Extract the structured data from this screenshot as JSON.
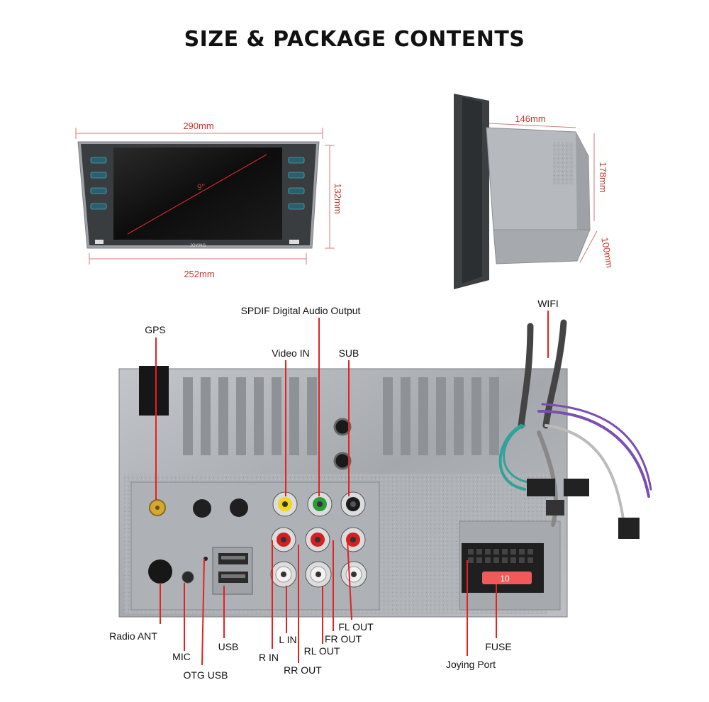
{
  "title": "SIZE & PACKAGE CONTENTS",
  "front_view": {
    "width_top": "290mm",
    "width_bottom": "252mm",
    "height": "132mm",
    "screen_size": "9\"",
    "brand": "JOYING"
  },
  "side_view": {
    "depth": "146mm",
    "height": "178mm",
    "width": "100mm"
  },
  "ports": {
    "spdif": "SPDIF Digital Audio Output",
    "gps": "GPS",
    "video_in": "Video IN",
    "sub": "SUB",
    "wifi": "WIFI",
    "radio_ant": "Radio ANT",
    "mic": "MIC",
    "otg_usb": "OTG USB",
    "usb": "USB",
    "r_in": "R IN",
    "l_in": "L IN",
    "rr_out": "RR OUT",
    "rl_out": "RL OUT",
    "fr_out": "FR OUT",
    "fl_out": "FL OUT",
    "fuse": "FUSE",
    "joying_port": "Joying Port",
    "fuse_value": "10"
  },
  "colors": {
    "callout": "#e32222",
    "chassis": "#a9acb0",
    "rca_yellow": "#f2d81c",
    "rca_green": "#2e9b3a",
    "rca_black": "#1b1b1b",
    "rca_red": "#d42020",
    "rca_white": "#f2f2f2",
    "fuse": "#f05a5a",
    "wire_teal": "#2fa39a",
    "wire_purple": "#7b4fb0"
  }
}
